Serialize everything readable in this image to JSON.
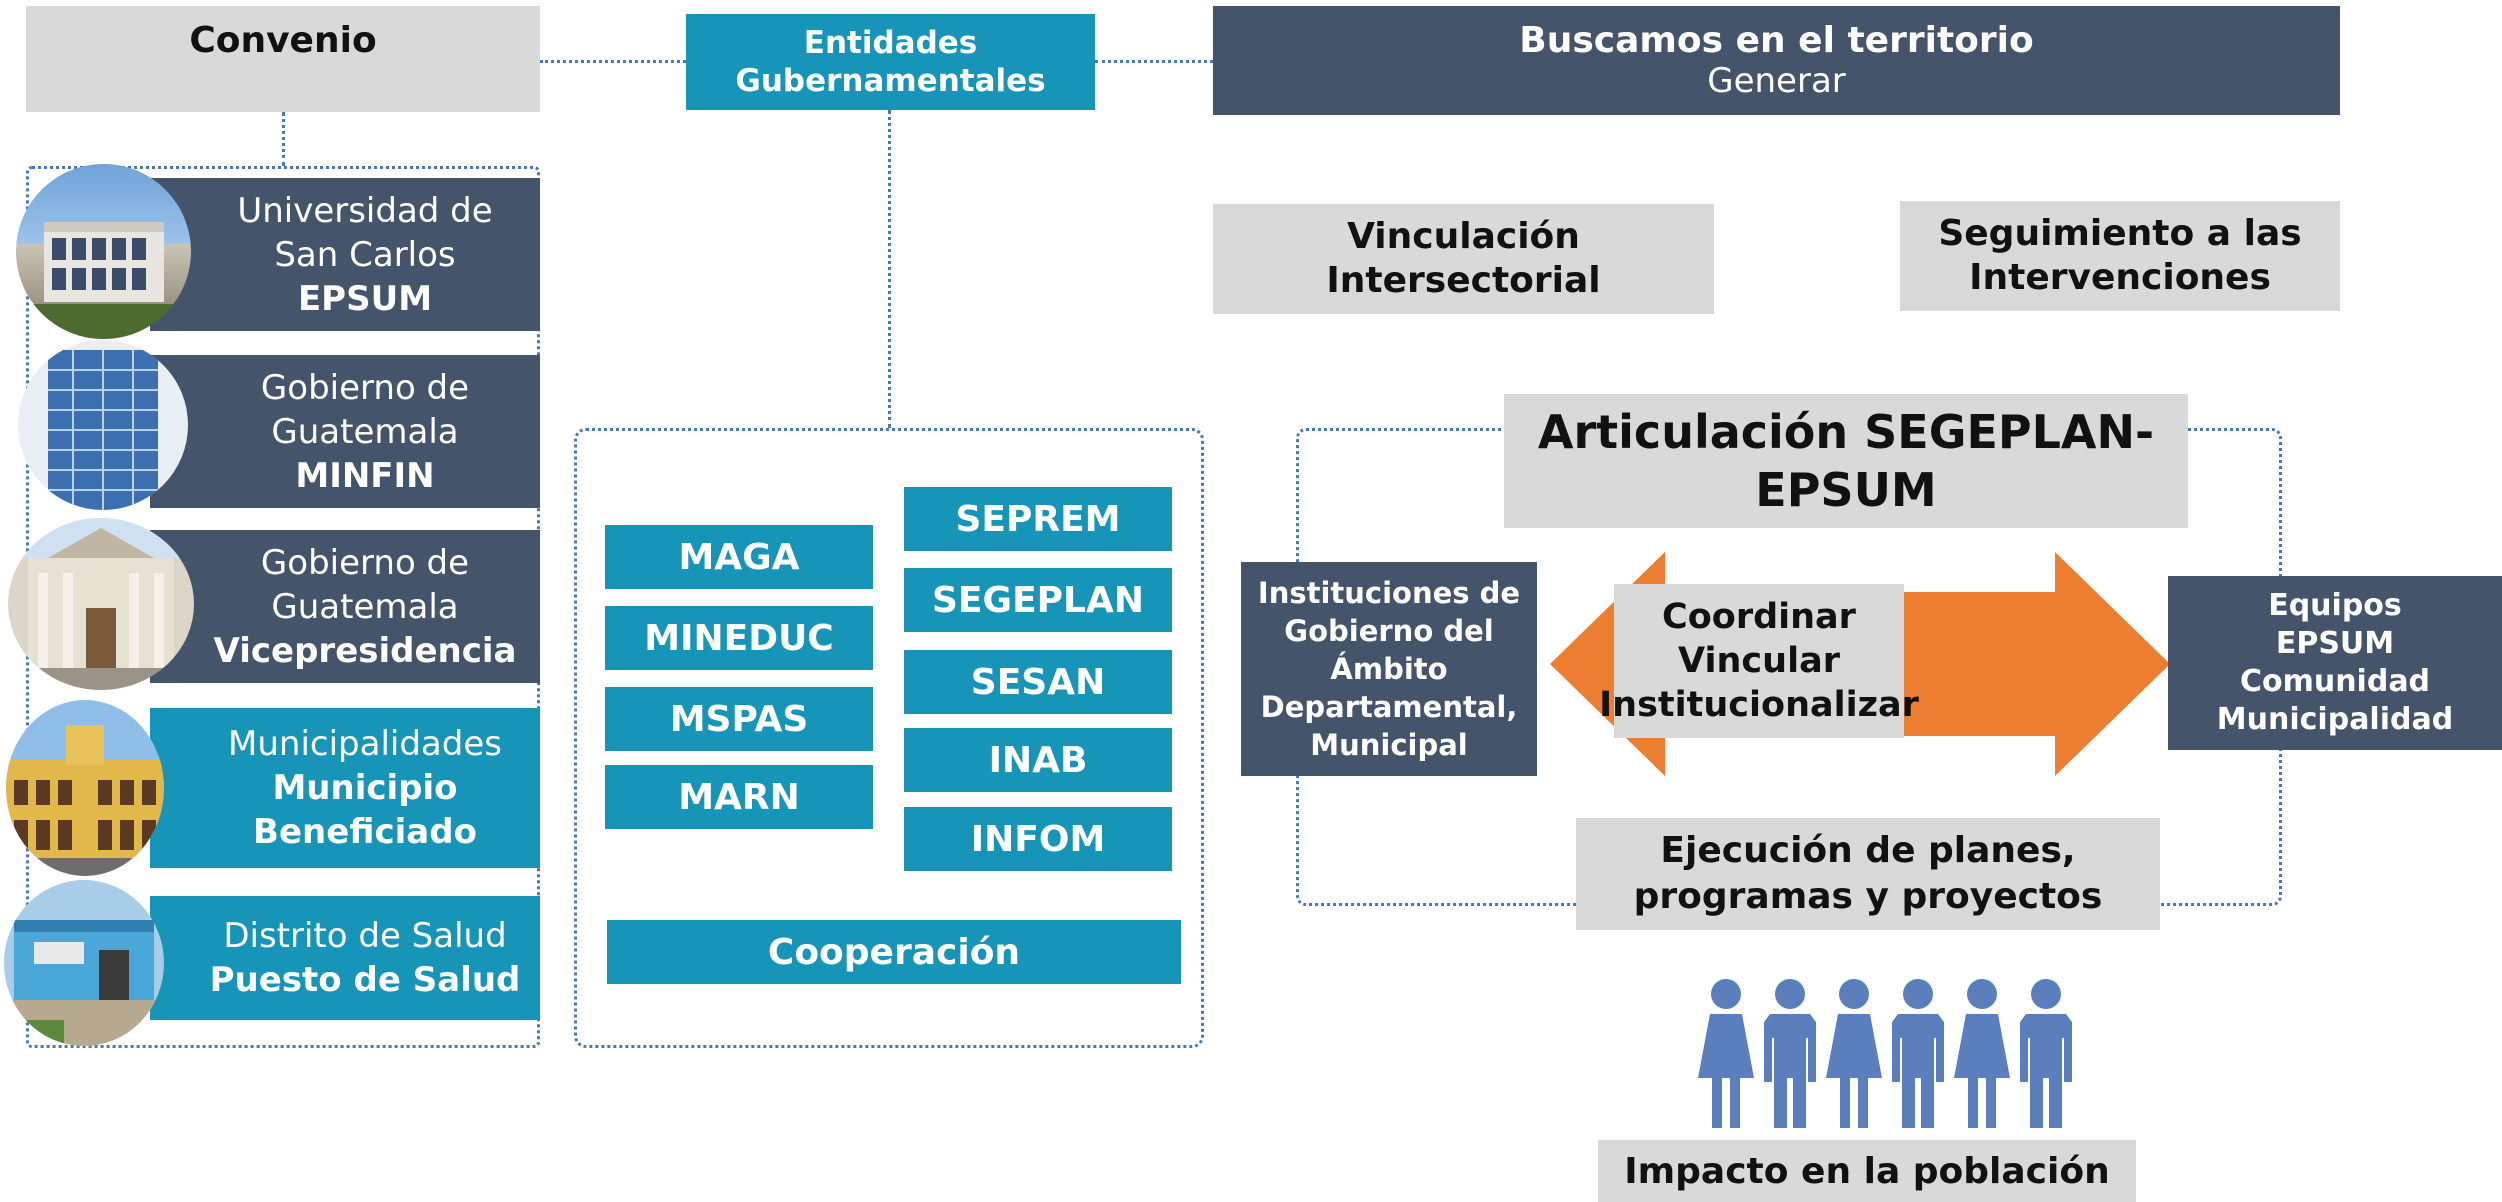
{
  "convenio": {
    "title": "Convenio"
  },
  "entidades": {
    "line1": "Entidades",
    "line2": "Gubernamentales"
  },
  "buscamos": {
    "title": "Buscamos en el territorio",
    "subtitle": "Generar"
  },
  "parties": [
    {
      "line1": "Universidad de",
      "line2": "San Carlos",
      "line3": "EPSUM",
      "color": "#44546a"
    },
    {
      "line1": "Gobierno de",
      "line2": "Guatemala",
      "line3": "MINFIN",
      "color": "#44546a"
    },
    {
      "line1": "Gobierno de",
      "line2": "Guatemala",
      "line3": "Vicepresidencia",
      "color": "#44546a"
    },
    {
      "line1": "Municipalidades",
      "line2": "Municipio",
      "line3": "Beneficiado",
      "color": "#1795b8"
    },
    {
      "line1": "Distrito de Salud",
      "line2": "Puesto de Salud",
      "color": "#1795b8"
    }
  ],
  "orgs_left": [
    "MAGA",
    "MINEDUC",
    "MSPAS",
    "MARN"
  ],
  "orgs_right": [
    "SEPREM",
    "SEGEPLAN",
    "SESAN",
    "INAB",
    "INFOM"
  ],
  "cooperacion": "Cooperación",
  "vinculacion": {
    "line1": "Vinculación",
    "line2": "Intersectorial"
  },
  "seguimiento": {
    "line1": "Seguimiento a las",
    "line2": "Intervenciones"
  },
  "articulacion": {
    "line1": "Articulación SEGEPLAN-",
    "line2": "EPSUM"
  },
  "instituciones": {
    "line1": "Instituciones de",
    "line2": "Gobierno del",
    "line3": "Ámbito",
    "line4": "Departamental,",
    "line5": "Municipal"
  },
  "coordinar": {
    "line1": "Coordinar",
    "line2": "Vincular",
    "line3": "Institucionalizar"
  },
  "equipos": {
    "line1": "Equipos",
    "line2": "EPSUM",
    "line3": "Comunidad",
    "line4": "Municipalidad"
  },
  "ejecucion": {
    "line1": "Ejecución de planes,",
    "line2": "programas y proyectos"
  },
  "impacto": "Impacto en la población",
  "colors": {
    "navy": "#44546a",
    "teal": "#1795b8",
    "gray": "#d9d9d9",
    "orange": "#ed7d31",
    "dotted": "#4a78b0",
    "people": "#5b7fbd"
  },
  "people_icons": [
    "woman-icon",
    "man-icon",
    "woman-icon",
    "man-icon",
    "woman-icon",
    "man-icon"
  ]
}
